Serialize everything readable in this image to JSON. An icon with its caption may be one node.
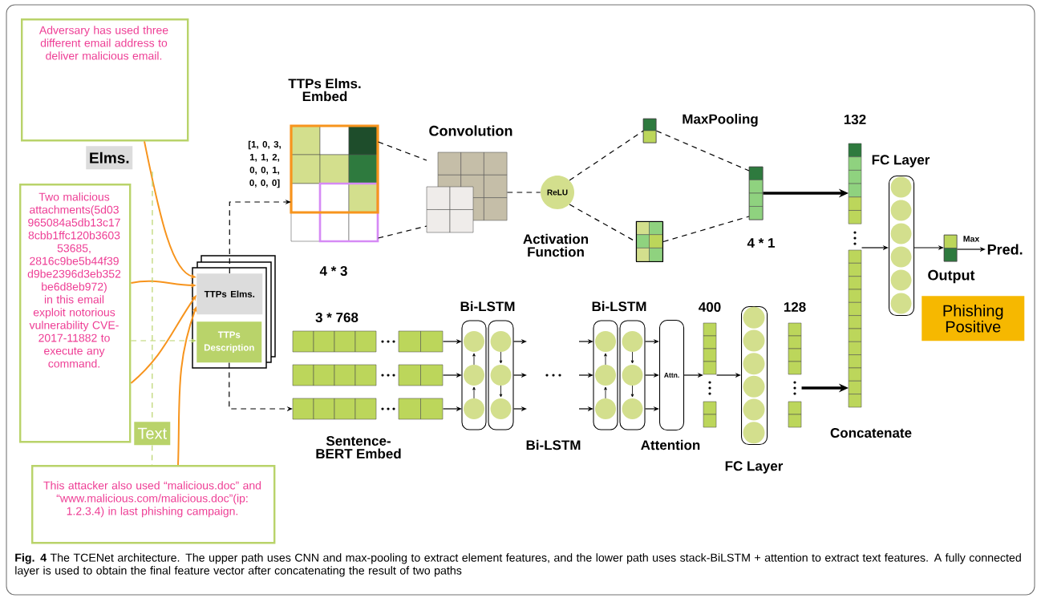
{
  "diagram": {
    "caption": "**Fig. 4** The TCENet architecture. The upper path uses CNN and max-pooling to extract element features, and the lower path uses stack-BiLSTM + attention to extract text features. A fully connected layer is used to obtain the final feature vector after concatenating the result of two paths",
    "nodes": [
      {
        "text": [
          "Adversary has used three different email address to deliver malicious email."
        ]
      },
      {
        "text": [
          "Elms."
        ]
      },
      {
        "text": [
          "Two malicious attachments(5d03 965084a5db13c17 8cbb1ffc120b3603 53685, 2816c9be5b44f39 d9be2396d3eb352 be6d8eb972) in this email exploit notorious vulnerability CVE-2017-11882 to execute any command."
        ]
      },
      {
        "text": [
          "Text"
        ]
      },
      {
        "text": [
          "This attacker also used “malicious.doc” and “www.malicious.com/malicious.doc”(ip: 1.2.3.4) in last phishing campaign."
        ]
      },
      {
        "text": [
          "TTPs Elms."
        ]
      },
      {
        "text": [
          "TTPs Description"
        ]
      },
      {
        "text": [
          "TTPs Elms. Embed"
        ],
        "beside": [
          "[1, 0, 3, 1, 1, 2, 0, 0, 1, 0, 0, 0]",
          "4 * 3"
        ]
      },
      {
        "text": [
          "Convolution"
        ]
      },
      {
        "text": [
          "ReLU"
        ]
      },
      {
        "text": [],
        "shape": "bar",
        "beside": [
          "MaxPooling"
        ]
      },
      {
        "text": [],
        "shape": "box"
      },
      {
        "text": [],
        "shape": "bar",
        "beside": [
          "4 * 1"
        ]
      },
      {
        "text": [
          "3 * 768"
        ],
        "beside": [
          "Sentence-BERT Embed"
        ]
      },
      {
        "text": [
          "Bi-LSTM"
        ]
      },
      {
        "text": [
          "Bi-LSTM"
        ]
      },
      {
        "text": [
          "Attn."
        ],
        "beside": [
          "Attention"
        ]
      },
      {
        "text": [
          "400"
        ]
      },
      {
        "text": [],
        "shape": "box",
        "beside": [
          "FC Layer"
        ]
      },
      {
        "text": [
          "128"
        ]
      },
      {
        "text": [
          "132"
        ],
        "beside": [
          "Concatenate"
        ]
      },
      {
        "text": [],
        "shape": "box",
        "beside": [
          "FC Layer"
        ]
      },
      {
        "text": [],
        "shape": "bar",
        "beside": [
          "Output"
        ]
      },
      {
        "text": [
          "Pred."
        ]
      },
      {
        "text": [
          "Phishing Positive"
        ]
      }
    ],
    "edges": [
      {
        "from": 0,
        "to": 5,
        "arrow": "to",
        "color": "#f7941d"
      },
      {
        "from": 2,
        "to": 5,
        "arrow": "to",
        "color": "#f7941d"
      },
      {
        "from": 2,
        "to": 5,
        "arrow": "to",
        "color": "#f7941d"
      },
      {
        "from": 4,
        "to": 5,
        "arrow": "to",
        "color": "#f7941d"
      },
      {
        "from": 2,
        "to": 6,
        "arrow": "to",
        "style": "dashed",
        "color": "#b9d36a"
      },
      {
        "from": 5,
        "to": 7,
        "arrow": "to",
        "style": "dashed"
      },
      {
        "from": 6,
        "to": 13,
        "arrow": "to",
        "style": "dashed"
      },
      {
        "from": 7,
        "to": 8,
        "arrow": "none",
        "style": "dashed"
      },
      {
        "from": 7,
        "to": 8,
        "arrow": "none",
        "style": "dashed"
      },
      {
        "from": 8,
        "to": 9,
        "arrow": "none",
        "style": "dashed"
      },
      {
        "from": 9,
        "to": 10,
        "arrow": "none",
        "style": "dashed"
      },
      {
        "from": 9,
        "to": 11,
        "arrow": "none",
        "style": "dashed"
      },
      {
        "from": 10,
        "to": 12,
        "arrow": "none",
        "style": "dashed"
      },
      {
        "from": 11,
        "to": 12,
        "arrow": "none",
        "style": "dashed"
      },
      {
        "from": 13,
        "to": 14,
        "arrow": "to"
      },
      {
        "from": 13,
        "to": 14,
        "arrow": "to"
      },
      {
        "from": 13,
        "to": 14,
        "arrow": "to"
      },
      {
        "from": 14,
        "to": null,
        "arrow": "to"
      },
      {
        "from": 14,
        "to": null,
        "arrow": "to"
      },
      {
        "from": 14,
        "to": null,
        "arrow": "to"
      },
      {
        "from": null,
        "to": 15,
        "arrow": "to"
      },
      {
        "from": null,
        "to": 15,
        "arrow": "to"
      },
      {
        "from": null,
        "to": 15,
        "arrow": "to"
      },
      {
        "from": 15,
        "to": 16,
        "arrow": "to"
      },
      {
        "from": 15,
        "to": 16,
        "arrow": "to"
      },
      {
        "from": 15,
        "to": 16,
        "arrow": "to"
      },
      {
        "from": 16,
        "to": 17,
        "arrow": "to"
      },
      {
        "from": 17,
        "to": 18,
        "arrow": "to"
      },
      {
        "from": 19,
        "to": 20,
        "arrow": "to",
        "style": "thick"
      },
      {
        "from": 12,
        "to": 20,
        "arrow": "to",
        "style": "thick"
      },
      {
        "from": 20,
        "to": 21,
        "arrow": "to"
      },
      {
        "from": 21,
        "to": 22,
        "arrow": "to"
      },
      {
        "from": 22,
        "to": 23,
        "arrow": "to",
        "label": "Max"
      },
      {
        "from": null,
        "to": 3,
        "arrow": "none",
        "style": "dashed",
        "color": "#b9d36a"
      },
      {
        "from": 3,
        "to": 4,
        "arrow": "none",
        "style": "dashed",
        "color": "#b9d36a"
      }
    ],
    "labels": [
      "Activation Function",
      "Bi-LSTM"
    ]
  }
}
